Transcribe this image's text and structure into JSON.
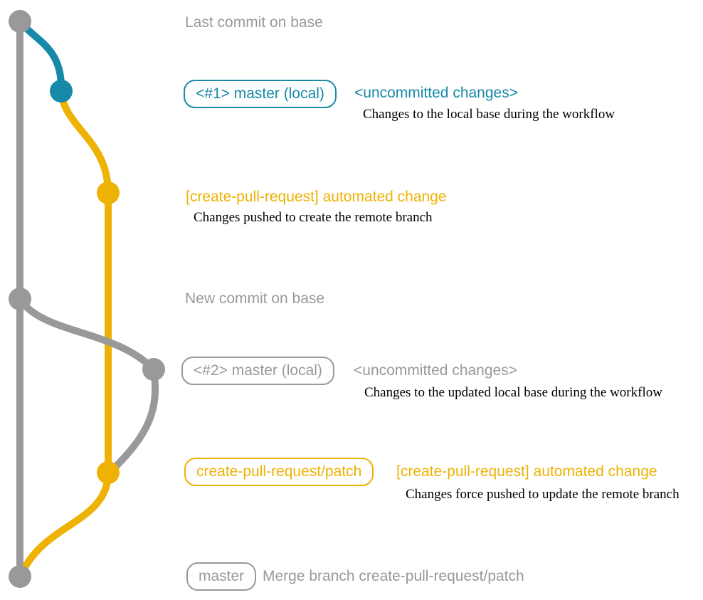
{
  "colors": {
    "base_branch": "#999999",
    "local_branch": "#1789a9",
    "remote_branch": "#edb203",
    "note_text": "#000000"
  },
  "annotations": {
    "last_commit": {
      "label": "Last commit on base"
    },
    "commit1": {
      "branch_box": "<#1> master (local)",
      "status": "<uncommitted changes>",
      "note": "Changes to the local base during the workflow"
    },
    "push1": {
      "heading": "[create-pull-request] automated change",
      "note": "Changes pushed to create the remote branch"
    },
    "new_commit": {
      "label": "New commit on base"
    },
    "commit2": {
      "branch_box": "<#2> master (local)",
      "status": "<uncommitted changes>",
      "note": "Changes to the updated local base during the workflow"
    },
    "push2": {
      "branch_box": "create-pull-request/patch",
      "heading": "[create-pull-request] automated change",
      "note": "Changes force pushed to update the remote branch"
    },
    "merge": {
      "branch_box": "master",
      "label": "Merge branch create-pull-request/patch"
    }
  }
}
